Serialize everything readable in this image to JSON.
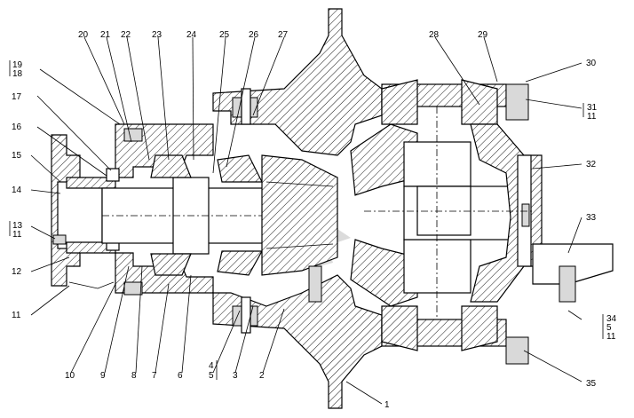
{
  "labels": {
    "top": [
      "20",
      "21",
      "22",
      "23",
      "24",
      "25",
      "26",
      "27",
      "28",
      "29"
    ],
    "right": {
      "l30": "30",
      "l31a": "31",
      "l31b": "11",
      "l32": "32",
      "l33": "33",
      "l34a": "34",
      "l34b": "5",
      "l34c": "11",
      "l35": "35"
    },
    "left": {
      "l19a": "19",
      "l19b": "18",
      "l17": "17",
      "l16": "16",
      "l15": "15",
      "l14": "14",
      "l13a": "13",
      "l13b": "11",
      "l12": "12",
      "l11": "11"
    },
    "bottom": {
      "l10": "10",
      "l9": "9",
      "l8": "8",
      "l7": "7",
      "l6": "6",
      "l4a": "4",
      "l4b": "5",
      "l3": "3",
      "l2": "2",
      "l1": "1"
    }
  }
}
